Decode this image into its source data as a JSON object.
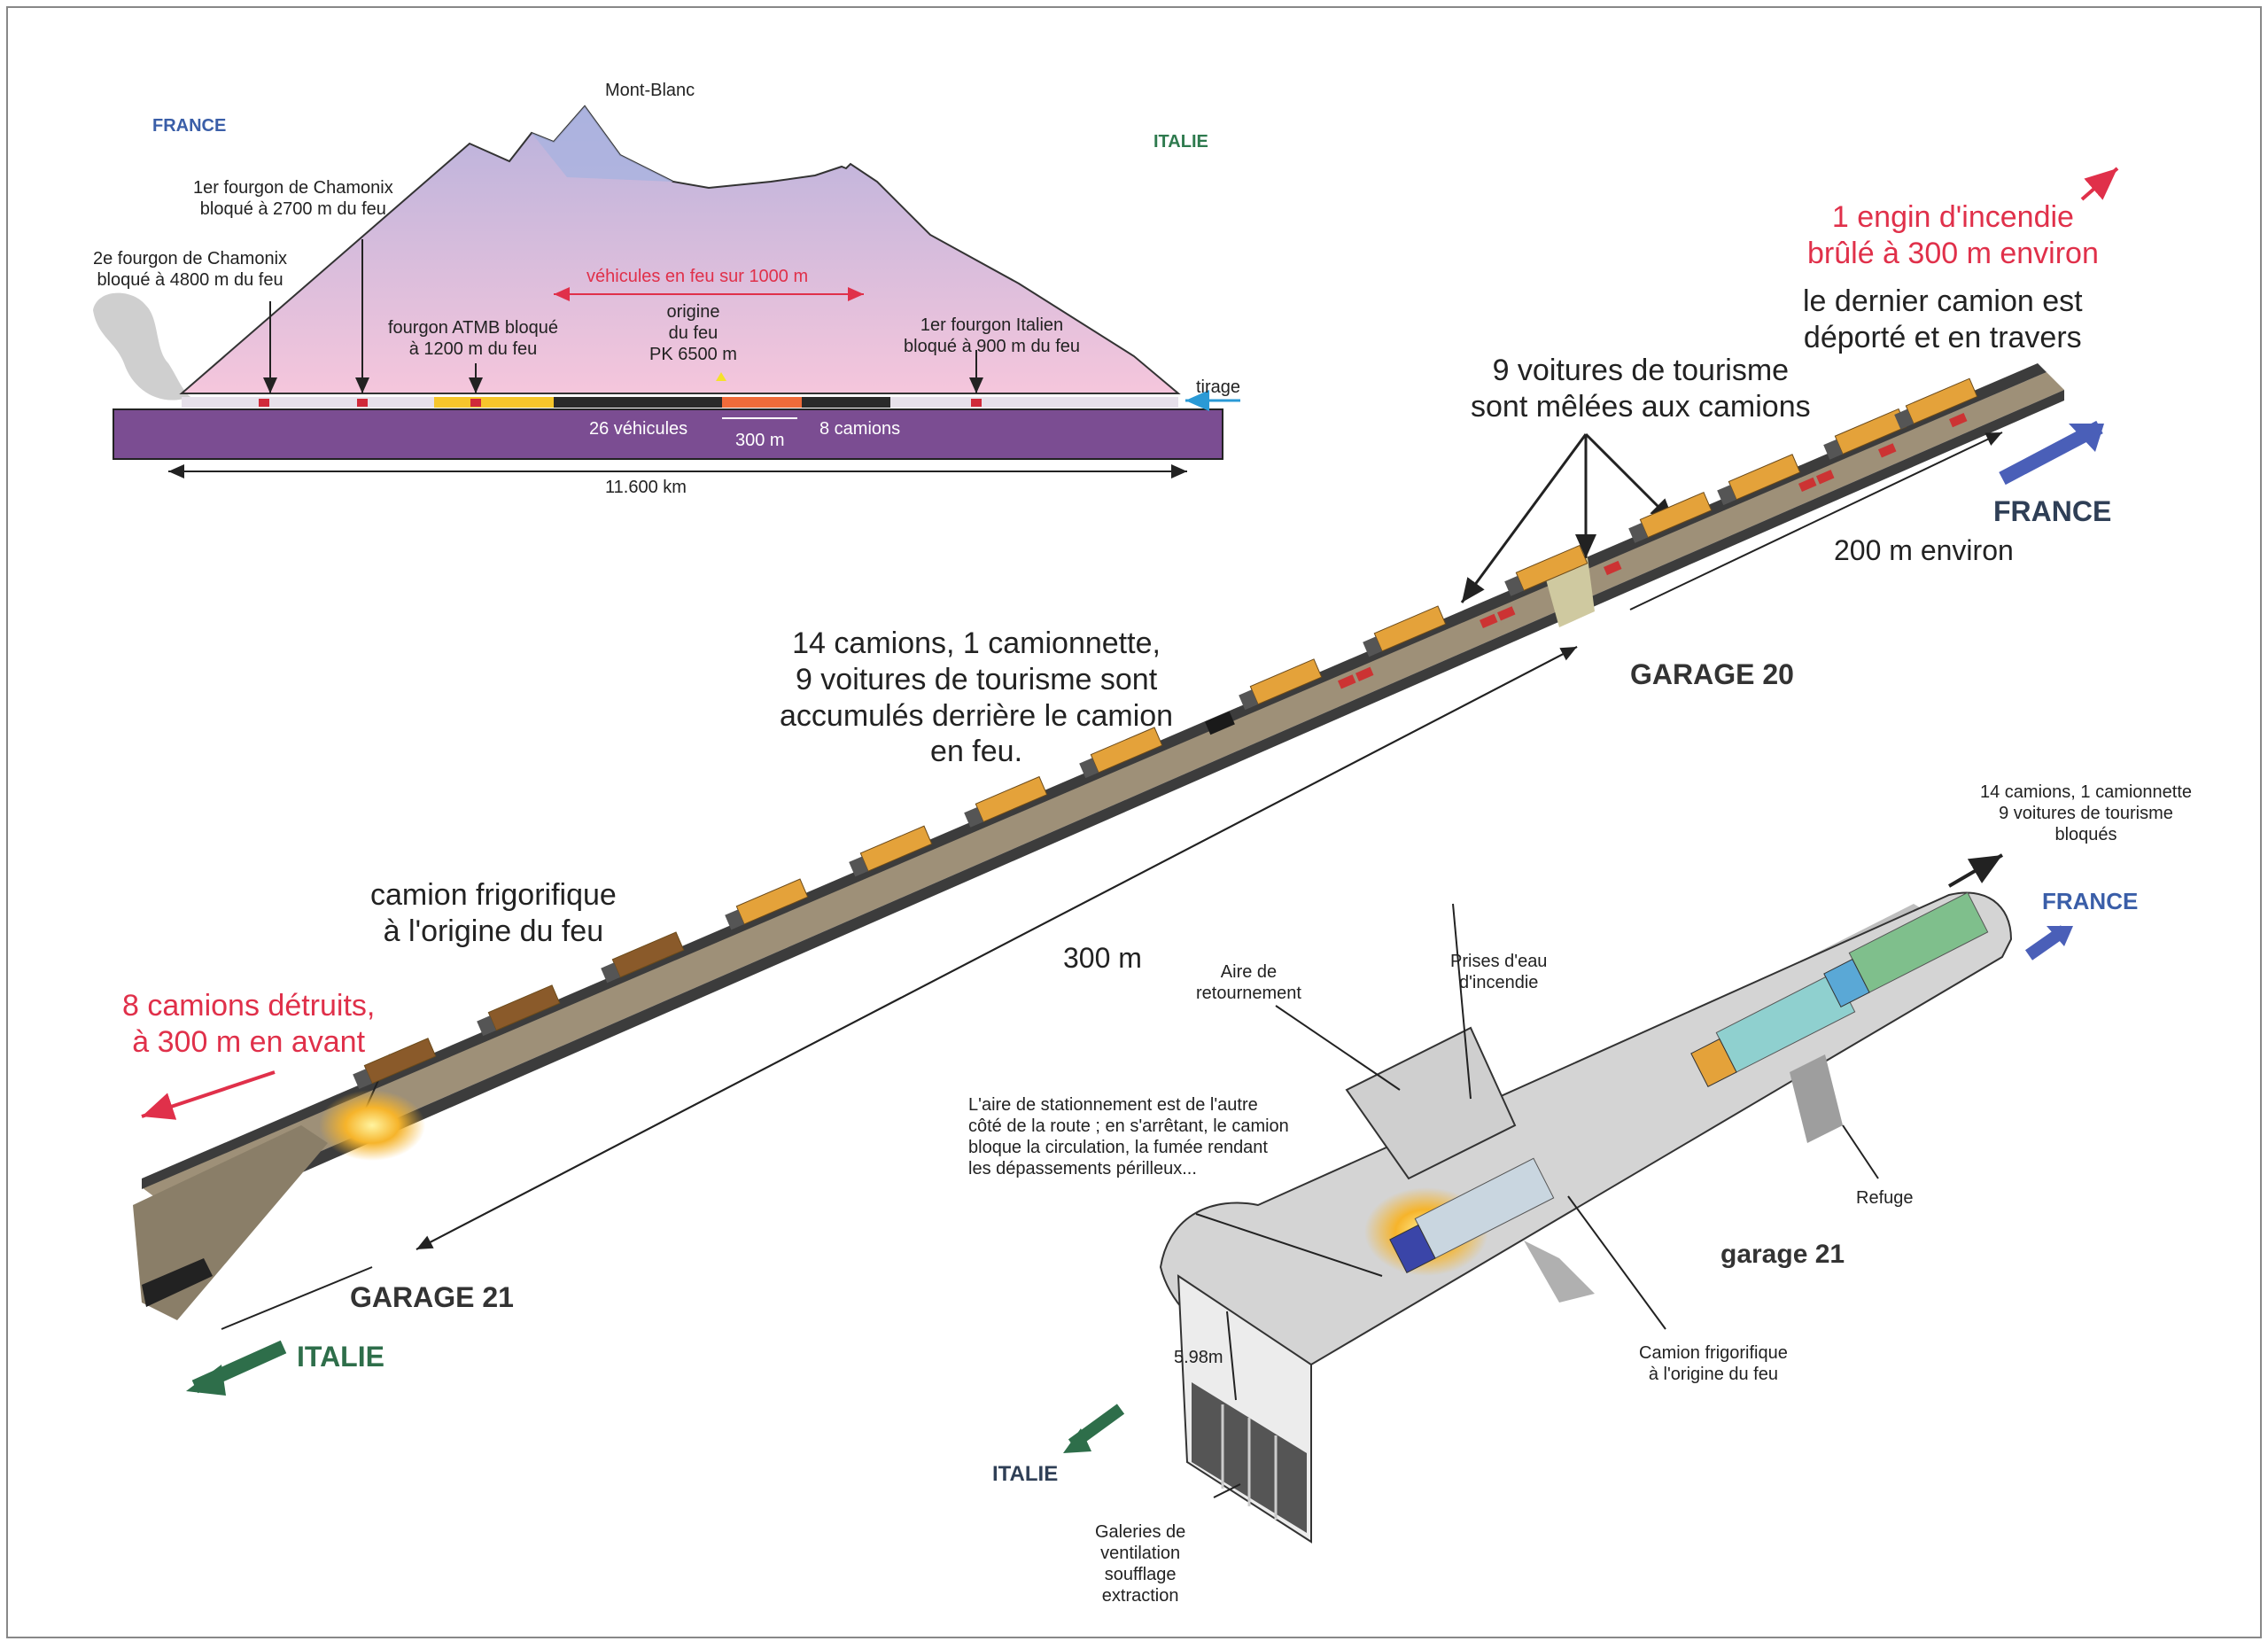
{
  "profile": {
    "label_france": "FRANCE",
    "label_italie": "ITALIE",
    "mont_blanc": "Mont-Blanc",
    "first_chamonix": [
      "1er fourgon de Chamonix",
      "bloqué à 2700 m du feu"
    ],
    "second_chamonix": [
      "2e fourgon de Chamonix",
      "bloqué à 4800 m du feu"
    ],
    "vehicles_fire": "véhicules en feu sur 1000 m",
    "atmb": [
      "fourgon ATMB bloqué",
      "à 1200 m du feu"
    ],
    "origin": [
      "origine",
      "du feu",
      "PK 6500 m"
    ],
    "first_italian": [
      "1er fourgon Italien",
      "bloqué à 900 m du feu"
    ],
    "tirage": "tirage",
    "vehicles_26": "26 véhicules",
    "span_300": "300 m",
    "trucks_8": "8 camions",
    "length": "11.600 km"
  },
  "overview": {
    "fire_engine": [
      "1 engin d'incendie",
      "brûlé à 300 m environ"
    ],
    "last_truck": [
      "le dernier camion est",
      "déporté et en travers"
    ],
    "cars_mixed": [
      "9 voitures de tourisme",
      "sont mêlées aux camions"
    ],
    "france": "FRANCE",
    "distance_200": "200 m environ",
    "garage_20": "GARAGE 20",
    "accumulated": [
      "14 camions, 1 camionnette,",
      "9 voitures de tourisme sont",
      "accumulés derrière le camion",
      "en feu."
    ],
    "reefer_truck": [
      "camion frigorifique",
      "à l'origine du feu"
    ],
    "destroyed": [
      "8 camions détruits,",
      "à 300 m en avant"
    ],
    "distance_300": "300 m",
    "garage_21": "GARAGE 21",
    "italie": "ITALIE"
  },
  "detail": {
    "blocked": [
      "14 camions, 1 camionnette",
      "9 voitures de tourisme",
      "bloqués"
    ],
    "france": "FRANCE",
    "turnaround": [
      "Aire de",
      "retournement"
    ],
    "hydrants": [
      "Prises d'eau",
      "d'incendie"
    ],
    "parking_note": [
      "L'aire de stationnement est de l'autre",
      "côté de la route ; en s'arrêtant, le camion",
      "bloque la circulation, la fumée rendant",
      "les dépassements périlleux..."
    ],
    "refuge": "Refuge",
    "garage_21": "garage 21",
    "height": "5.98m",
    "reefer_origin": [
      "Camion frigorifique",
      "à l'origine du feu"
    ],
    "italie": "ITALIE",
    "galleries": [
      "Galeries de",
      "ventilation",
      "soufflage",
      "extraction"
    ]
  },
  "colors": {
    "mountain_top": "#b8b2dc",
    "mountain_bottom": "#f5c6dc",
    "road": "#7b4d92",
    "fire_zone": "#f6c62b",
    "hot_zone": "#f06b3a",
    "tunnel_floor": "#9e9078",
    "tunnel_wall": "#3c3c3c",
    "truck_box": "#e4a23a",
    "car": "#cc3333",
    "arrow_red": "#e0304a",
    "arrow_blue": "#4a5fb8",
    "arrow_green": "#2e6e4a",
    "detail_wall": "#d4d4d4",
    "detail_floor": "#bfbfbf"
  }
}
